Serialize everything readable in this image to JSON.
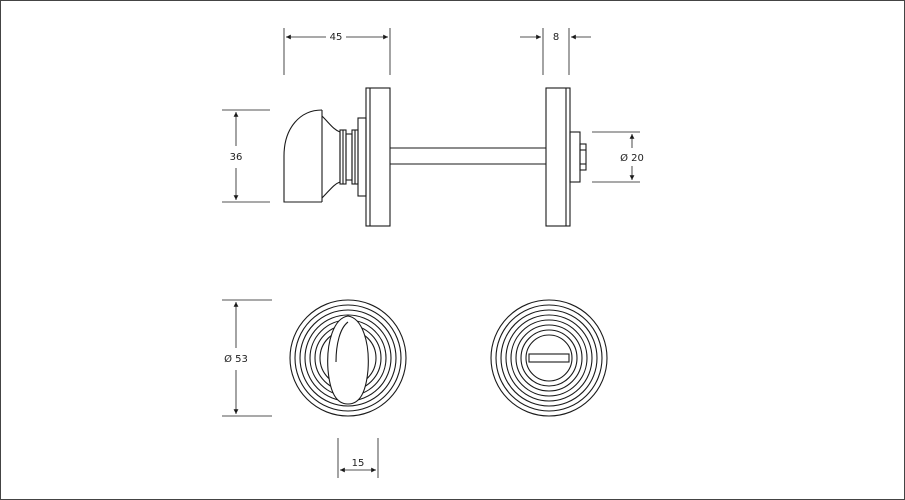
{
  "dimensions": {
    "width_45": "45",
    "width_8": "8",
    "height_36": "36",
    "diameter_20": "Ø 20",
    "diameter_53": "Ø 53",
    "width_15": "15"
  },
  "colors": {
    "line": "#1a1a1a",
    "border": "#444444",
    "background": "#ffffff"
  }
}
